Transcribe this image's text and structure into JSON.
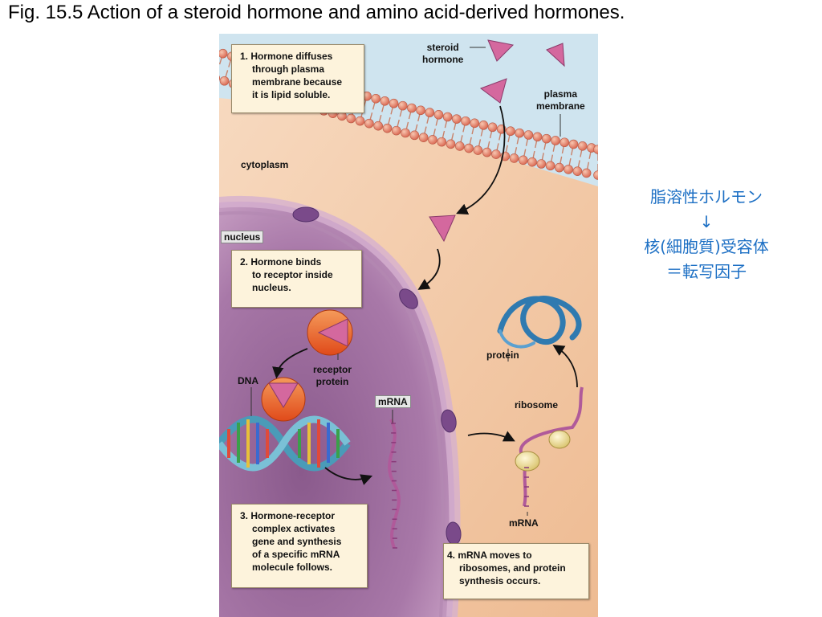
{
  "title": "Fig. 15.5 Action of a steroid hormone and amino acid-derived hormones.",
  "steps": [
    {
      "lines": [
        "1. Hormone diffuses",
        "through plasma",
        "membrane because",
        "it is lipid soluble."
      ]
    },
    {
      "lines": [
        "2. Hormone binds",
        "to receptor inside",
        "nucleus."
      ]
    },
    {
      "lines": [
        "3. Hormone-receptor",
        "complex activates",
        "gene and synthesis",
        "of a specific mRNA",
        "molecule follows."
      ]
    },
    {
      "lines": [
        "4. mRNA moves to",
        "ribosomes, and protein",
        "synthesis occurs."
      ]
    }
  ],
  "labels": {
    "steroid_hormone": [
      "steroid",
      "hormone"
    ],
    "plasma_membrane": [
      "plasma",
      "membrane"
    ],
    "cytoplasm": "cytoplasm",
    "nucleus": "nucleus",
    "receptor_protein": [
      "receptor",
      "protein"
    ],
    "dna": "DNA",
    "mrna_nucleus": "mRNA",
    "protein": "protein",
    "ribosome": "ribosome",
    "mrna_cytoplasm": "mRNA"
  },
  "note": {
    "lines": [
      "脂溶性ホルモン",
      "↓",
      "核(細胞質)受容体",
      "＝転写因子"
    ]
  },
  "colors": {
    "hormone": "#d4689e",
    "receptor": "#e85a20",
    "nucleus": "#9a6a9a",
    "cytoplasm": "#f3c9a2",
    "extracellular": "#cfe4ef",
    "membrane": "#e07a68",
    "protein": "#2f7ab0",
    "mrna": "#b05a9a",
    "note_text": "#1c6fc4"
  }
}
